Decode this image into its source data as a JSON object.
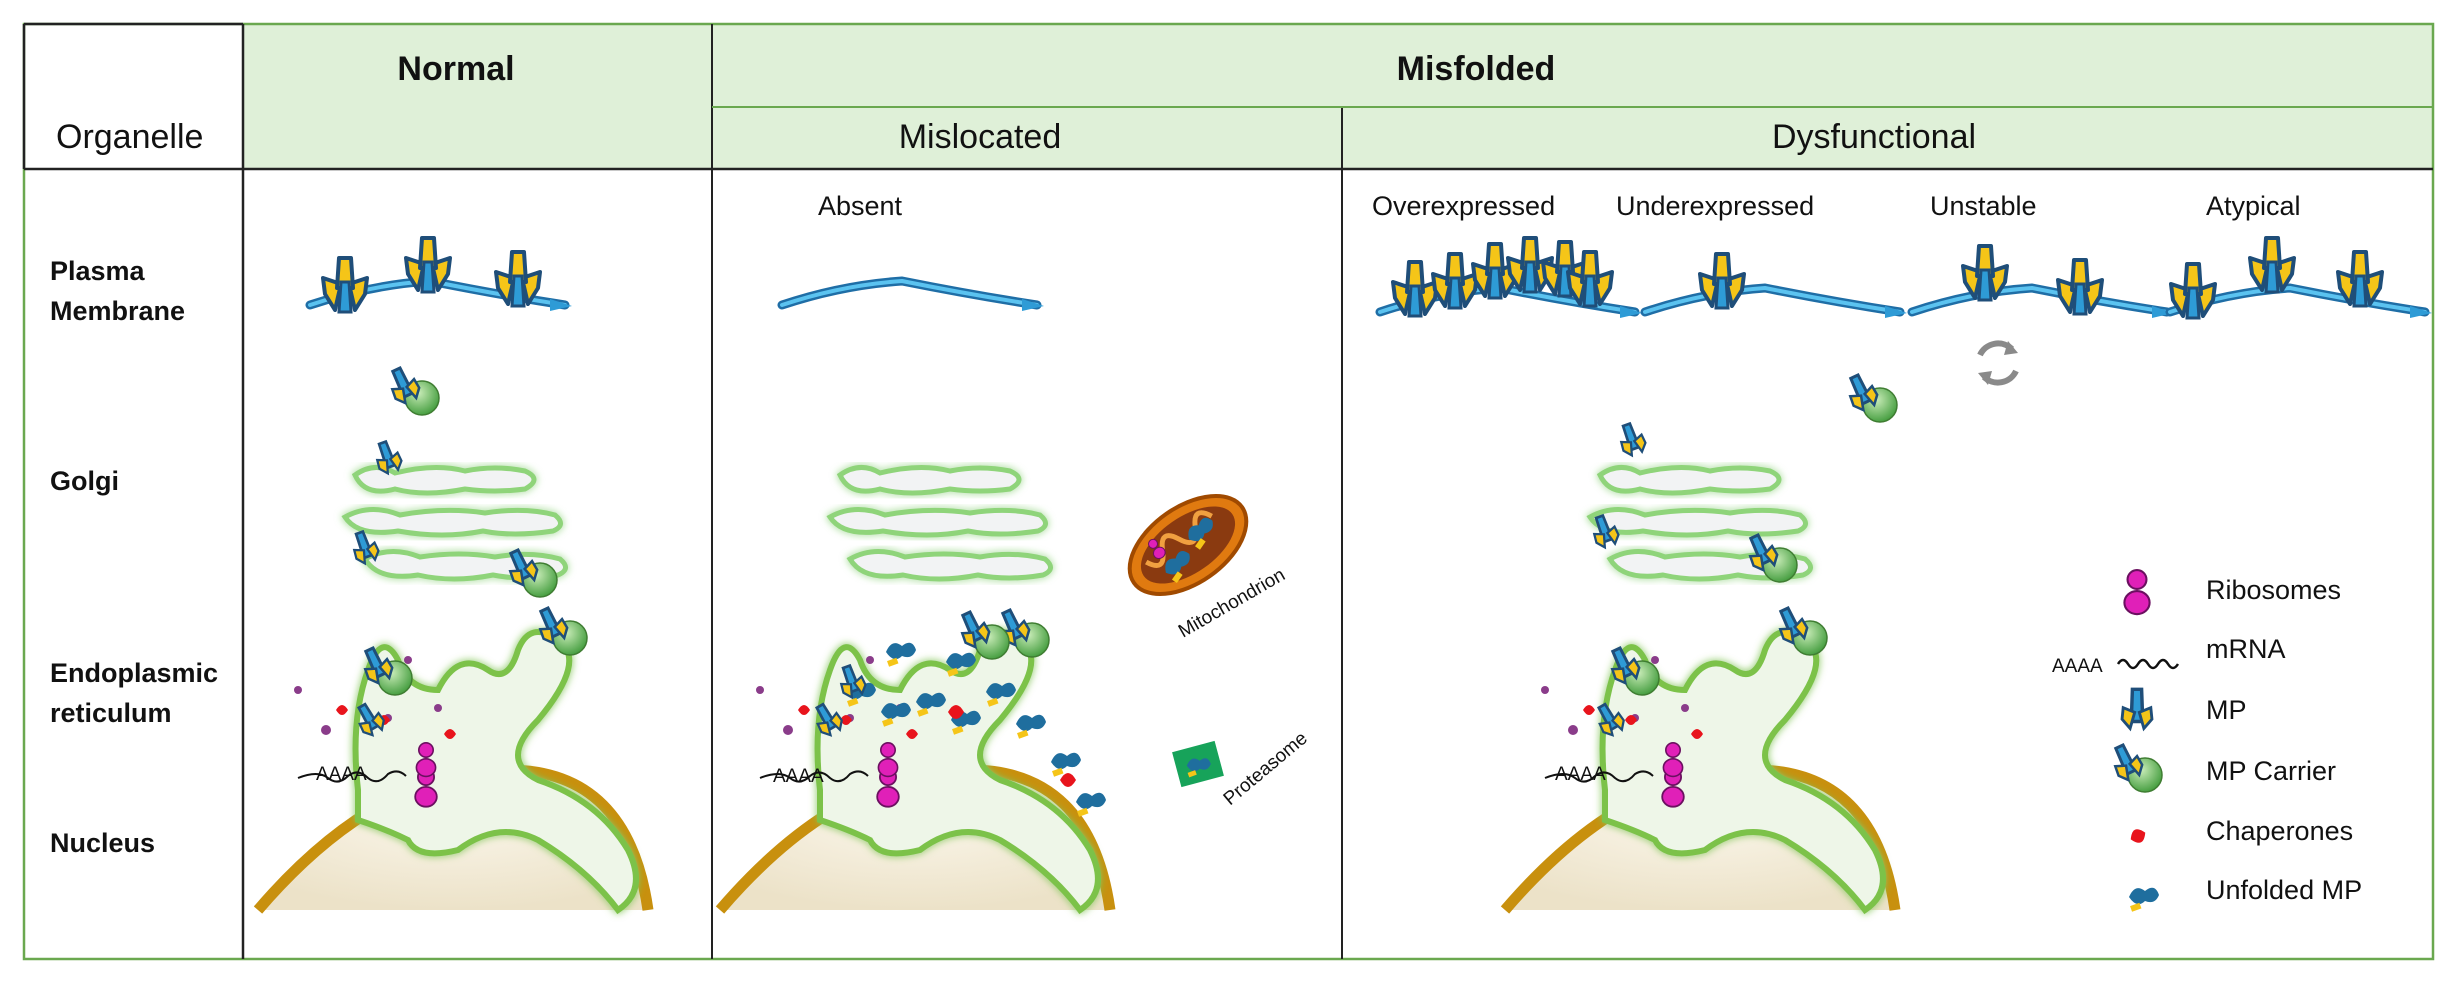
{
  "header": {
    "organelle": "Organelle",
    "normal": "Normal",
    "misfolded": "Misfolded",
    "mislocated": "Mislocated",
    "dysfunctional": "Dysfunctional"
  },
  "rows": {
    "plasma_membrane": [
      "Plasma",
      "Membrane"
    ],
    "golgi": "Golgi",
    "er": [
      "Endoplasmic",
      "reticulum"
    ],
    "nucleus": "Nucleus"
  },
  "columns": {
    "absent": "Absent",
    "overexpressed": "Overexpressed",
    "underexpressed": "Underexpressed",
    "unstable": "Unstable",
    "atypical": "Atypical"
  },
  "annotations": {
    "mitochondrion": "Mitochondrion",
    "proteasome": "Proteasome",
    "poly_a": "AAAA"
  },
  "legend": [
    {
      "label": "Ribosomes",
      "icon": "ribosome-icon"
    },
    {
      "label": "mRNA",
      "icon": "mrna-icon",
      "prefix": "AAAA"
    },
    {
      "label": "MP",
      "icon": "mp-icon"
    },
    {
      "label": "MP Carrier",
      "icon": "mp-carrier-icon"
    },
    {
      "label": "Chaperones",
      "icon": "chaperone-icon"
    },
    {
      "label": "Unfolded MP",
      "icon": "unfolded-mp-icon"
    }
  ],
  "colors": {
    "header_fill": "#dff0d8",
    "border": "#6aa84f",
    "membrane": "#2e9bd6",
    "mp_yellow": "#f5c518",
    "mp_blue": "#1f4e79",
    "carrier_green": "#6abf69",
    "er_fill": "#eef6e8",
    "er_edge": "#7bc24a",
    "nucleus": "#c8900e",
    "nucleus_fill": "#f3eddd",
    "ribosome": "#e020b8",
    "chaperone": "#e8141c",
    "mito": "#e07a10"
  }
}
